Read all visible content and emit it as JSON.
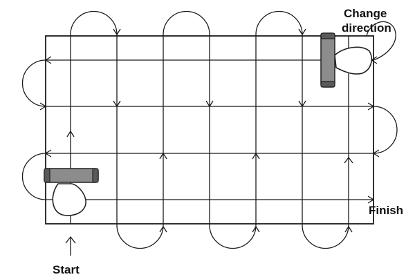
{
  "labels": {
    "start": "Start",
    "finish": "Finish",
    "change_line1": "Change",
    "change_line2": "direction"
  }
}
